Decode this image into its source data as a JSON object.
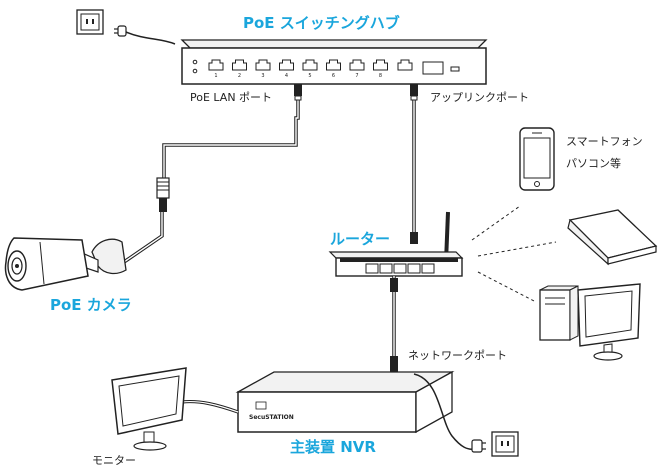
{
  "titles": {
    "poe_switch": "PoE スイッチングハブ",
    "router": "ルーター",
    "poe_camera": "PoE カメラ",
    "nvr": "主装置 NVR"
  },
  "labels": {
    "poe_lan_port": "PoE LAN ポート",
    "uplink_port": "アップリンクポート",
    "smartphone": "スマートフォン",
    "pc": "パソコン等",
    "network_port": "ネットワークポート",
    "monitor": "モニター"
  },
  "switch": {
    "port_numbers": [
      "1",
      "2",
      "3",
      "4",
      "5",
      "6",
      "7",
      "8"
    ]
  },
  "nvr": {
    "brand": "SecuSTATION"
  },
  "colors": {
    "title": "#1aa6dc",
    "line": "#222222",
    "device_fill": "#f2f2f2"
  }
}
